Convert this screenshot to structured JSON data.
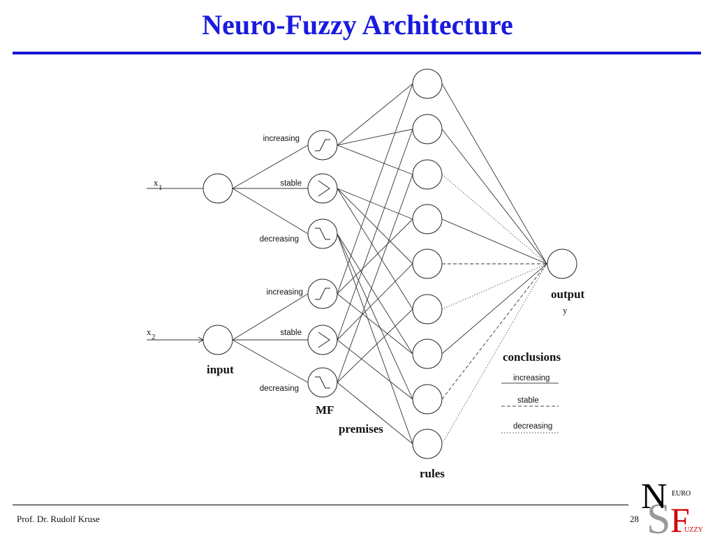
{
  "slide": {
    "title": "Neuro-Fuzzy Architecture",
    "author": "Prof. Dr. Rudolf Kruse",
    "page_number": "28"
  },
  "diagram": {
    "inputs": [
      {
        "symbol": "x",
        "subscript": "1"
      },
      {
        "symbol": "x",
        "subscript": "2"
      }
    ],
    "mf_labels_x1": [
      "increasing",
      "stable",
      "decreasing"
    ],
    "mf_labels_x2": [
      "increasing",
      "stable",
      "decreasing"
    ],
    "layer_labels": {
      "input": "input",
      "mf": "MF",
      "premises": "premises",
      "rules": "rules",
      "output": "output",
      "output_var": "y"
    },
    "conclusions": {
      "title": "conclusions",
      "items": [
        {
          "label": "increasing",
          "style": "solid"
        },
        {
          "label": "stable",
          "style": "dashed"
        },
        {
          "label": "decreasing",
          "style": "dotted"
        }
      ]
    },
    "rule_count": 9,
    "rule_conclusions": [
      "solid",
      "solid",
      "dotted",
      "solid",
      "dashed",
      "dotted",
      "solid",
      "dashed",
      "dotted"
    ]
  },
  "logo": {
    "letter_n": "N",
    "letter_s": "S",
    "letter_f": "F",
    "word_euro": "EURO",
    "word_uzzy": "UZZY",
    "colors": {
      "n": "#000000",
      "s": "#9a9a9a",
      "f": "#d10000"
    }
  }
}
